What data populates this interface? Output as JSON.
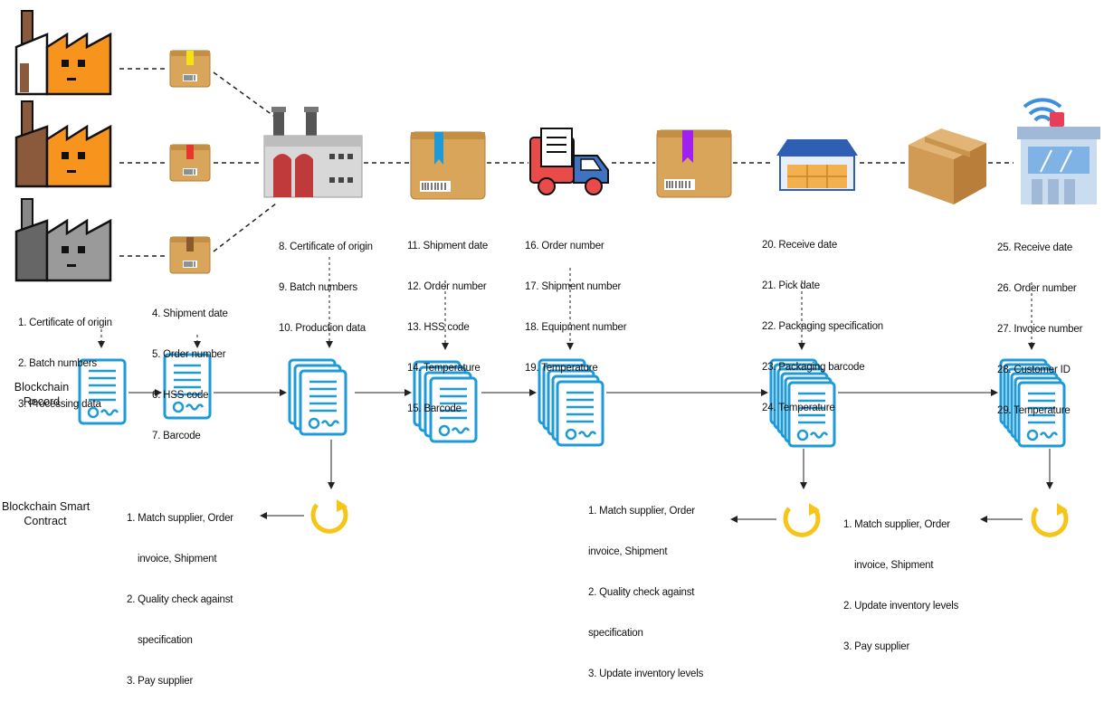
{
  "side_labels": {
    "blockchain_record": "Blockchain\nRecord",
    "smart_contract": "Blockchain Smart\nContract"
  },
  "labels": {
    "factories": [
      "1. Certificate of origin",
      "2. Batch numbers",
      "3. Processing data"
    ],
    "supplier_shipment": [
      "4. Shipment date",
      "5. Order number",
      "6. HSS code",
      "7. Barcode"
    ],
    "manufacturer": [
      "8. Certificate of origin",
      "9. Batch numbers",
      "10. Production data"
    ],
    "package": [
      "11. Shipment date",
      "12. Order number",
      "13. HSS code",
      "14. Temperature",
      "15. Barcode"
    ],
    "truck": [
      "16. Order number",
      "17. Shipment number",
      "18. Equipment number",
      "19. Temperature"
    ],
    "warehouse": [
      "20. Receive date",
      "21. Pick date",
      "22. Packaging specification",
      "23. Packaging barcode",
      "24. Temperature"
    ],
    "store": [
      "25. Receive date",
      "26. Order number",
      "27. Invoice number",
      "28. Customer ID",
      "29. Temperature"
    ]
  },
  "contracts": {
    "c1": [
      "1. Match supplier, Order",
      "invoice, Shipment",
      "2. Quality check against",
      "specification",
      "3. Pay supplier"
    ],
    "c2": [
      "1. Match supplier, Order",
      "invoice, Shipment",
      "2. Quality check against",
      "specification",
      "3. Update inventory levels"
    ],
    "c3": [
      "1. Match supplier, Order",
      "invoice, Shipment",
      "2. Update inventory levels",
      "3. Pay supplier"
    ]
  },
  "colors": {
    "factory_orange": "#F7941D",
    "factory_brown": "#8B5A3C",
    "factory_gray": "#7A7A7A",
    "box_tan": "#D9A55B",
    "doc_blue": "#1E9BD7",
    "contract_yellow": "#F5C518",
    "store_blue": "#3E8EDE",
    "truck_red": "#E94B4B",
    "warehouse_blue": "#2F5FB3"
  }
}
